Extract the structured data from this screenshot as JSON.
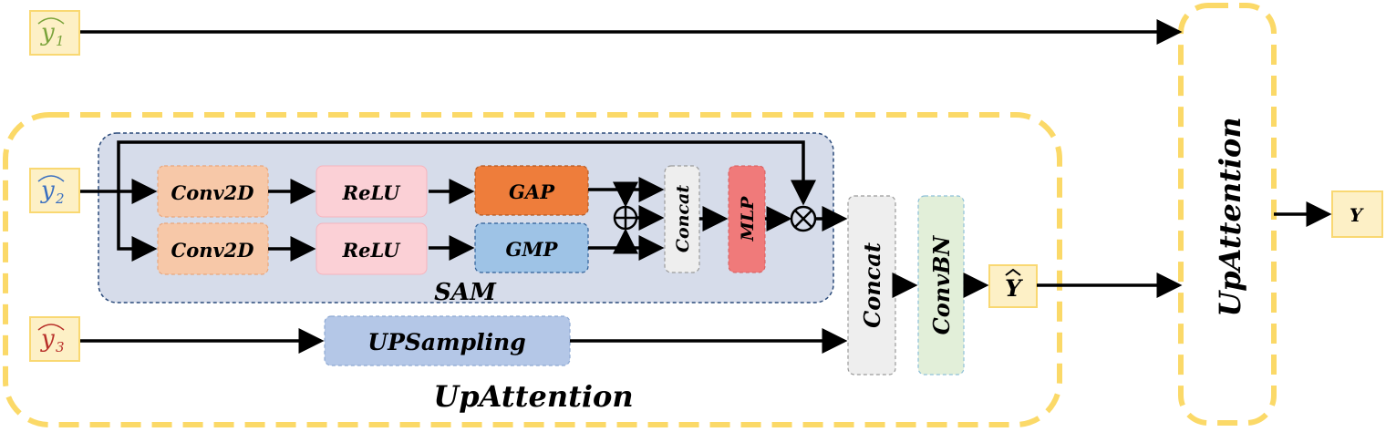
{
  "inputs": {
    "y1": {
      "base": "y",
      "sub": "1",
      "color": "#7aa33a"
    },
    "y2": {
      "base": "y",
      "sub": "2",
      "color": "#3a6fc0"
    },
    "y3": {
      "base": "y",
      "sub": "3",
      "color": "#b8302a"
    }
  },
  "blocks": {
    "conv2d_top": "Conv2D",
    "conv2d_bottom": "Conv2D",
    "relu_top": "ReLU",
    "relu_bottom": "ReLU",
    "gap": "GAP",
    "gmp": "GMP",
    "concat_inner": "Concat",
    "mlp": "MLP",
    "upsampling": "UPSampling",
    "concat_outer": "Concat",
    "convbn": "ConvBN",
    "upattention_right": "UpAttention"
  },
  "labels": {
    "sam": "SAM",
    "upattention": "UpAttention",
    "y_hat": "Y",
    "y_out": "Y"
  },
  "operators": {
    "sum": "⊕",
    "multiply": "⊗"
  },
  "colors": {
    "dashed_yellow": "#fbd968",
    "input_fill": "#fdf0c6",
    "input_border": "#f9d872",
    "sam_fill": "#d6dcea",
    "sam_border": "#2a4a7a",
    "conv_fill": "#f7c8a8",
    "relu_fill": "#fbd0d6",
    "gap_fill": "#ee7d3b",
    "gmp_fill": "#9ec3e6",
    "concat_fill": "#eeeeee",
    "mlp_fill": "#f07a7a",
    "upsampling_fill": "#b4c7e7",
    "convbn_fill": "#e2efd9"
  }
}
